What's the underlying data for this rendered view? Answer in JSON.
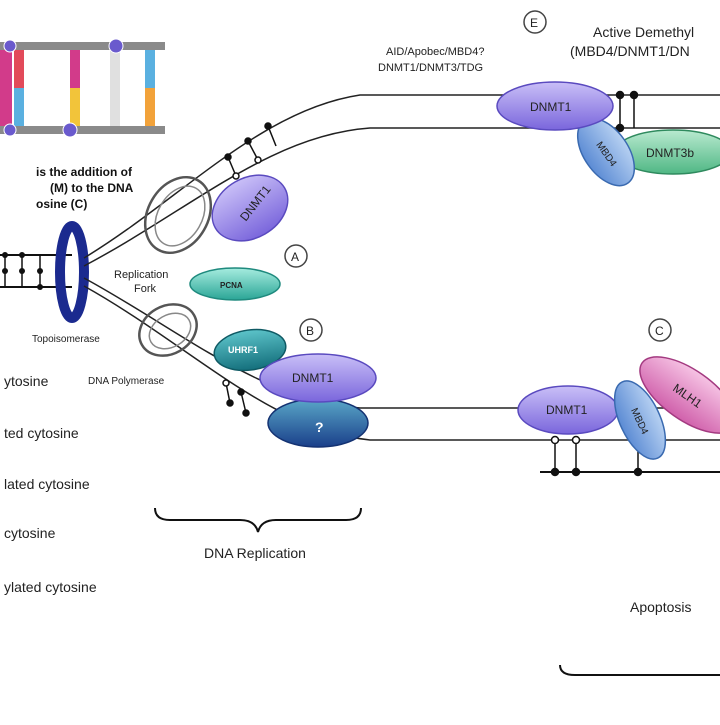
{
  "intro": {
    "line1": "is the addition of",
    "line2": "(M) to the DNA",
    "line3": "osine (C)"
  },
  "labels": {
    "replication_fork_1": "Replication",
    "replication_fork_2": "Fork",
    "topoisomerase": "Topoisomerase",
    "dna_polymerase": "DNA Polymerase",
    "dna_replication": "DNA Replication",
    "aid_line1": "AID/Apobec/MBD4?",
    "aid_line2": "DNMT1/DNMT3/TDG",
    "active_demethyl_1": "Active Demethyl",
    "active_demethyl_2": "(MBD4/DNMT1/DN",
    "apoptosis": "Apoptosis"
  },
  "markers": {
    "a": "A",
    "b": "B",
    "c": "C",
    "e": "E"
  },
  "enzymes": {
    "dnmt1_a": "DNMT1",
    "pcna": "PCNA",
    "uhrf1": "UHRF1",
    "dnmt1_b": "DNMT1",
    "unknown": "?",
    "dnmt1_e": "DNMT1",
    "mbd4_e": "MBD4",
    "dnmt3b": "DNMT3b",
    "dnmt1_c": "DNMT1",
    "mbd4_c": "MBD4",
    "mlh1": "MLH1"
  },
  "legend": [
    "ytosine",
    "ted cytosine",
    "lated cytosine",
    "cytosine",
    "ylated cytosine"
  ],
  "colors": {
    "dnmt_purple": "#8f7fe6",
    "mbd4_blue": "#6f9fdc",
    "dnmt3b_green": "#6fc79a",
    "pcna_teal": "#3fb3a6",
    "uhrf1_teal": "#1f8a95",
    "mlh1_pink": "#e07fbf",
    "topo_blue": "#1b2a8f"
  }
}
